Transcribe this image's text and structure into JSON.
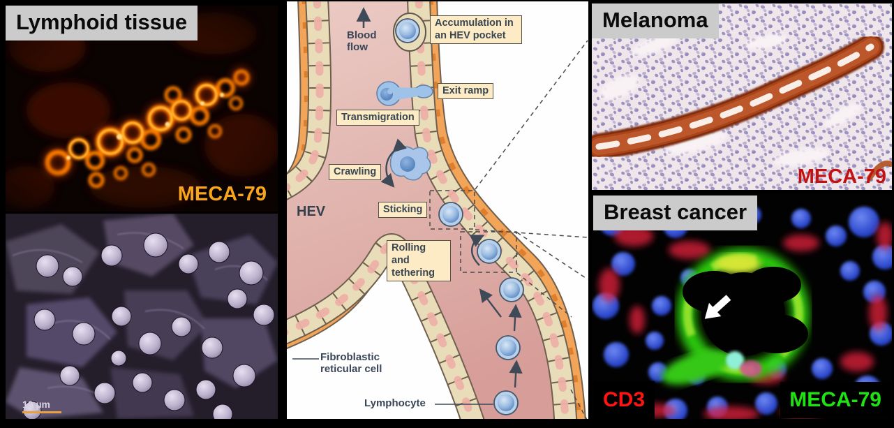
{
  "figure": {
    "panels": {
      "lymphoid": {
        "title": "Lymphoid tissue",
        "marker": "MECA-79",
        "marker_color": "#F9A51A"
      },
      "sem": {
        "scale_bar": "10 µm"
      },
      "diagram": {
        "blood_flow": "Blood flow",
        "vessel_label": "HEV",
        "steps": {
          "accumulation": "Accumulation in an HEV pocket",
          "exit_ramp": "Exit ramp",
          "transmigration": "Transmigration",
          "crawling": "Crawling",
          "sticking": "Sticking",
          "rolling": "Rolling and tethering"
        },
        "frc_label": "Fibroblastic reticular cell",
        "lymphocyte_label": "Lymphocyte"
      },
      "melanoma": {
        "title": "Melanoma",
        "marker": "MECA-79",
        "marker_color": "#C31212"
      },
      "breast": {
        "title": "Breast cancer",
        "marker_cd3": "CD3",
        "marker_meca": "MECA-79",
        "cd3_color": "#FF1313",
        "meca_color": "#1FE212"
      }
    },
    "colors": {
      "tag_bg": "#CBCBCB",
      "tag_text": "#0A0A0A",
      "label_box_bg": "#FCEBC4",
      "label_text": "#394652",
      "lymphocyte_blue": "#6E96C8",
      "endothelium_tan": "#E9DDB9",
      "frc_orange": "#F2A459",
      "lumen_pink": "#DFAFA9"
    }
  }
}
